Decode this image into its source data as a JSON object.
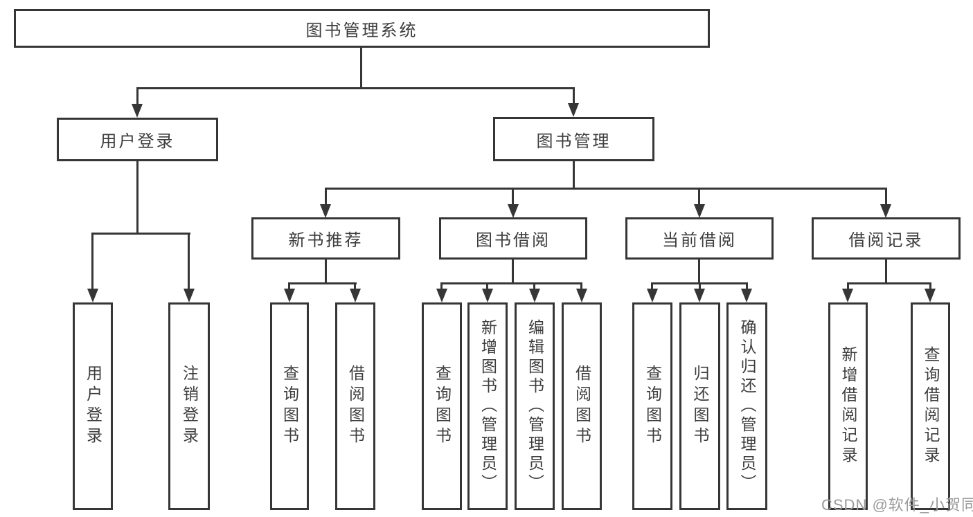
{
  "title": "图书管理系统",
  "colors": {
    "line": "#363636",
    "box_border": "#363636",
    "box_background": "#ffffff",
    "text": "#3d3d3d",
    "watermark_text": "#9a9a9a",
    "page_background": "#ffffff"
  },
  "nodes": {
    "root": "图书管理系统",
    "userLogin": "用户登录",
    "bookManagement": "图书管理",
    "newBookRecommend": "新书推荐",
    "bookBorrow": "图书借阅",
    "currentBorrow": "当前借阅",
    "borrowRecords": "借阅记录",
    "leafUserLogin": "用户登录",
    "leafLogout": "注销登录",
    "leafNbrQueryBooks": "查询图书",
    "leafNbrBorrowBooks": "借阅图书",
    "leafBbQueryBooks": "查询图书",
    "leafBbAddBooks": "新增图书（管理员）",
    "leafBbEditBooks": "编辑图书（管理员）",
    "leafBbBorrowBooks": "借阅图书",
    "leafCbQueryBooks": "查询图书",
    "leafCbReturnBooks": "归还图书",
    "leafCbConfirmReturn": "确认归还（管理员）",
    "leafBrAddRecord": "新增借阅记录",
    "leafBrQueryRecord": "查询借阅记录"
  },
  "hierarchy": {
    "图书管理系统": {
      "用户登录": [
        "用户登录",
        "注销登录"
      ],
      "图书管理": {
        "新书推荐": [
          "查询图书",
          "借阅图书"
        ],
        "图书借阅": [
          "查询图书",
          "新增图书（管理员）",
          "编辑图书（管理员）",
          "借阅图书"
        ],
        "当前借阅": [
          "查询图书",
          "归还图书",
          "确认归还（管理员）"
        ],
        "借阅记录": [
          "新增借阅记录",
          "查询借阅记录"
        ]
      }
    }
  },
  "watermark": "CSDN @软件_小贺同学"
}
